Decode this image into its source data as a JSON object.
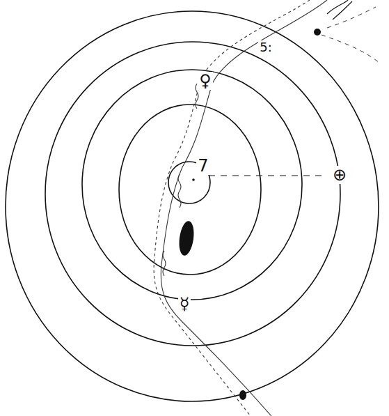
{
  "diagram": {
    "labels": [
      "5:",
      "♀",
      "7",
      "⊕",
      "☿"
    ]
  }
}
